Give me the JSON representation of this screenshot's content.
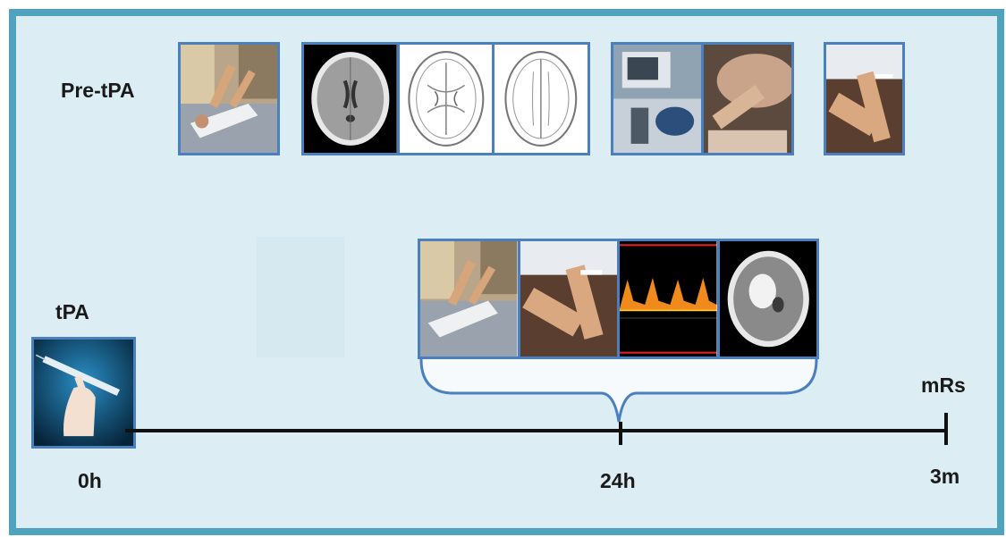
{
  "labels": {
    "pre_tpa": "Pre-tPA",
    "tpa": "tPA",
    "mrs": "mRs",
    "t0": "0h",
    "t24": "24h",
    "t3m": "3m"
  },
  "colors": {
    "frame": "#4fa3bf",
    "background": "#dcedf3",
    "box_border": "#4a7fc0",
    "timeline": "#111111"
  },
  "icons": {
    "pre_group_1": [
      "patient-bed-photo"
    ],
    "pre_group_2": [
      "brain-ct-scan",
      "brain-aspects-diagram",
      "brain-aspects-diagram"
    ],
    "pre_group_3": [
      "monitor-blood-pressure-photo",
      "swallow-test-photo"
    ],
    "pre_group_4": [
      "arm-blood-draw-photo"
    ],
    "tpa_group": [
      "syringe-injection-photo"
    ],
    "post_group": [
      "patient-bed-photo",
      "arm-blood-draw-photo",
      "doppler-waveform",
      "brain-ct-hemorrhage"
    ]
  }
}
